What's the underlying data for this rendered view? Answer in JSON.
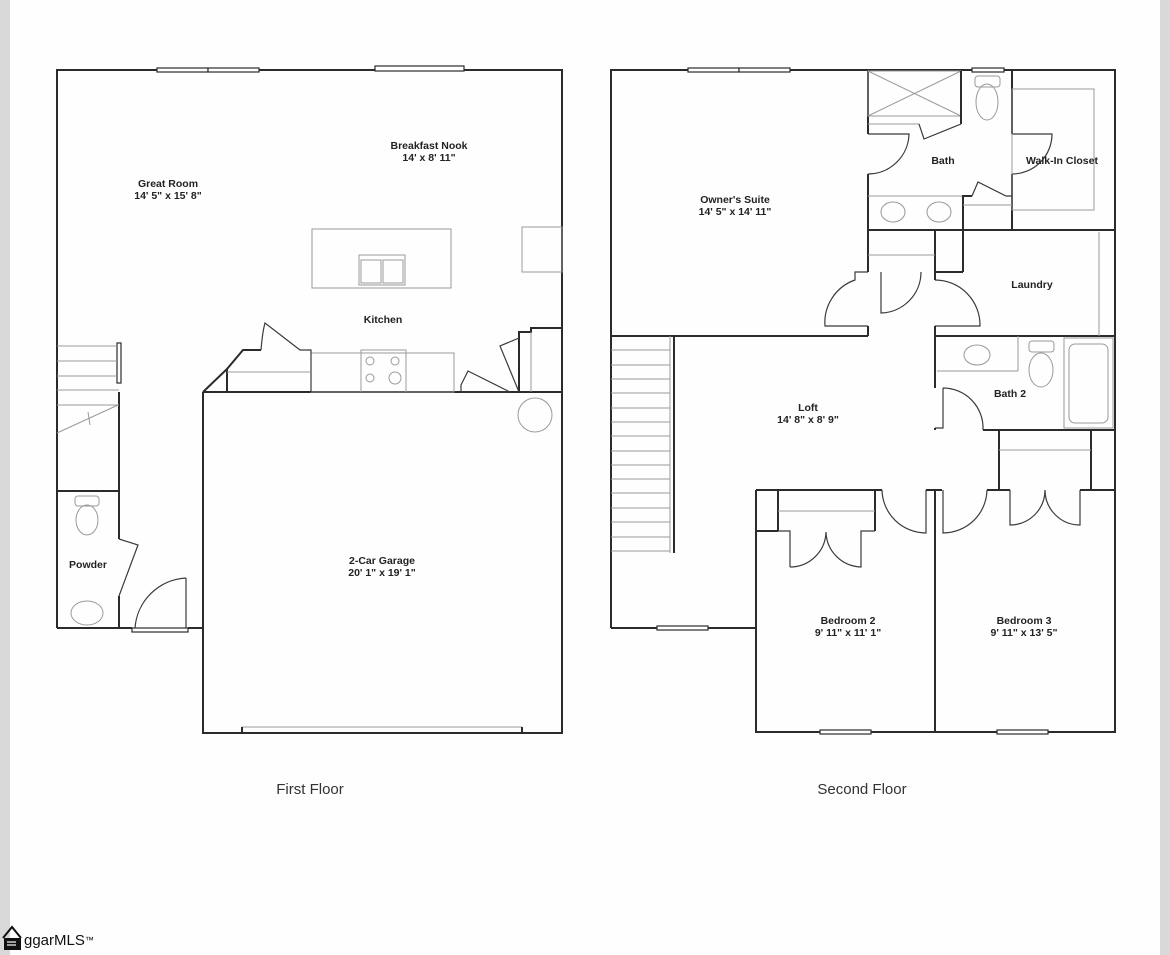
{
  "first_floor": {
    "caption": "First Floor",
    "rooms": [
      {
        "name": "Great Room",
        "dims": "14' 5\" x 15' 8\""
      },
      {
        "name": "Breakfast Nook",
        "dims": "14' x 8' 11\""
      },
      {
        "name": "Kitchen",
        "dims": ""
      },
      {
        "name": "Powder",
        "dims": ""
      },
      {
        "name": "2-Car Garage",
        "dims": "20' 1\" x 19' 1\""
      }
    ]
  },
  "second_floor": {
    "caption": "Second Floor",
    "rooms": [
      {
        "name": "Owner's Suite",
        "dims": "14' 5\" x 14' 11\""
      },
      {
        "name": "Bath",
        "dims": ""
      },
      {
        "name": "Walk-In Closet",
        "dims": ""
      },
      {
        "name": "Laundry",
        "dims": ""
      },
      {
        "name": "Bath 2",
        "dims": ""
      },
      {
        "name": "Loft",
        "dims": "14' 8\" x 8' 9\""
      },
      {
        "name": "Bedroom 2",
        "dims": "9' 11\" x 11' 1\""
      },
      {
        "name": "Bedroom 3",
        "dims": "9' 11\" x 13' 5\""
      }
    ]
  },
  "watermark": {
    "brand": "ggarMLS",
    "trademark": "™"
  }
}
